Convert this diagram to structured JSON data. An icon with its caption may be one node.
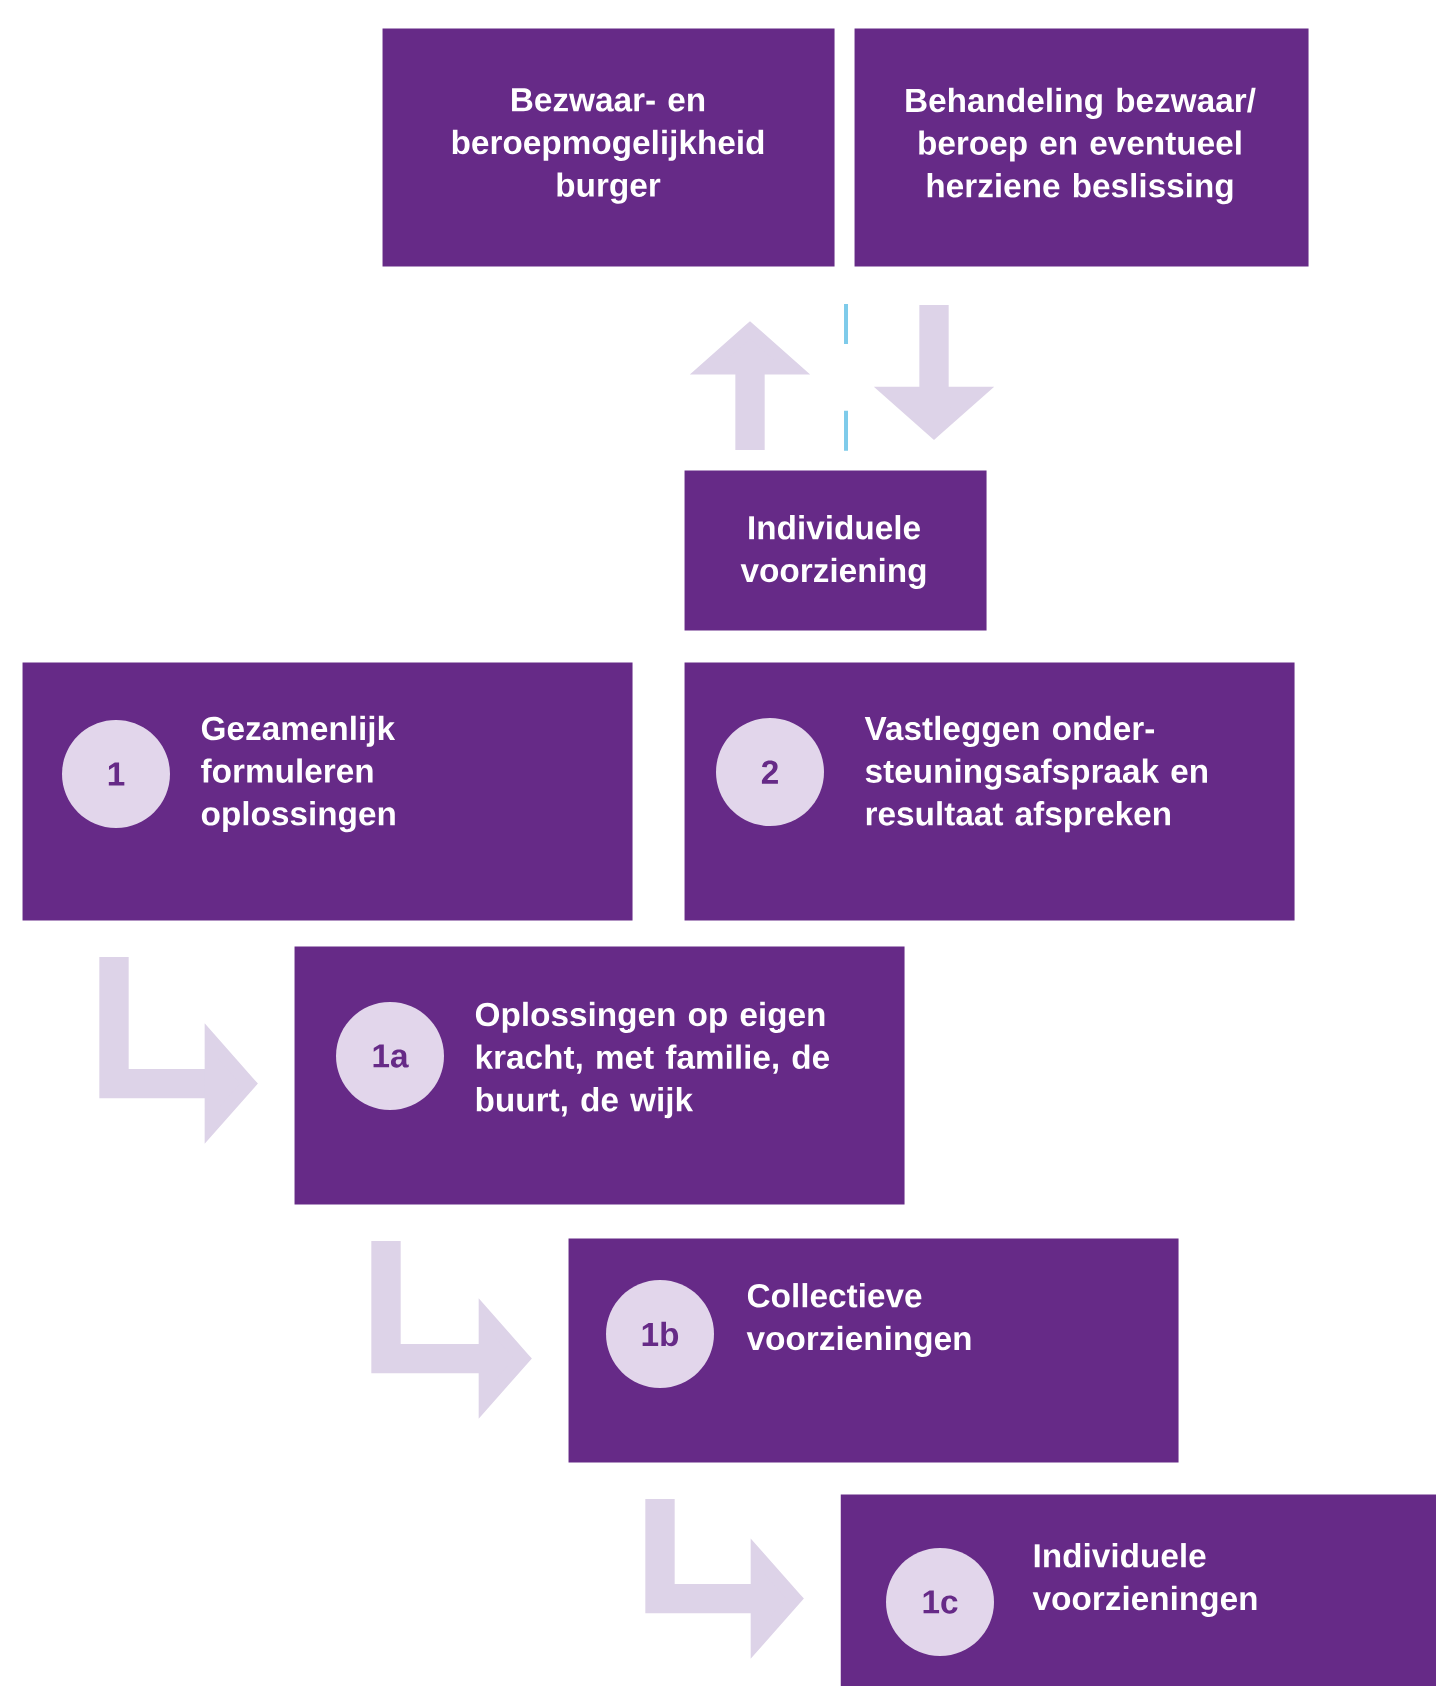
{
  "diagram": {
    "nodes": [
      {
        "text": [
          "Bezwaar- en beroepmogelijkheid burger"
        ]
      },
      {
        "text": [
          "Behandeling bezwaar/ beroep en eventueel herziene beslissing"
        ]
      },
      {
        "text": [
          "Individuele voorziening"
        ]
      },
      {
        "text": [
          "Gezamenlijk formuleren oplossingen"
        ]
      },
      {
        "text": [
          "1"
        ],
        "in": 3
      },
      {
        "text": [
          "Vastleggen onder- steuningsafspraak en resultaat afspreken"
        ]
      },
      {
        "text": [
          "2"
        ],
        "in": 5
      },
      {
        "text": [
          "Oplossingen op eigen kracht, met familie, de buurt, de wijk"
        ]
      },
      {
        "text": [
          "1a"
        ],
        "in": 7
      },
      {
        "text": [
          "Collectieve voorzieningen"
        ]
      },
      {
        "text": [
          "1b"
        ],
        "in": 9
      },
      {
        "text": [
          "Individuele voorzieningen"
        ]
      },
      {
        "text": [
          "1c"
        ],
        "in": 11
      }
    ],
    "edges": [
      {
        "from": 2,
        "to": 0,
        "arrow": "to"
      },
      {
        "from": 1,
        "to": 2,
        "arrow": "to"
      },
      {
        "from": 3,
        "to": 7,
        "arrow": "to"
      },
      {
        "from": 7,
        "to": 9,
        "arrow": "to"
      },
      {
        "from": 9,
        "to": 11,
        "arrow": "to"
      }
    ]
  }
}
